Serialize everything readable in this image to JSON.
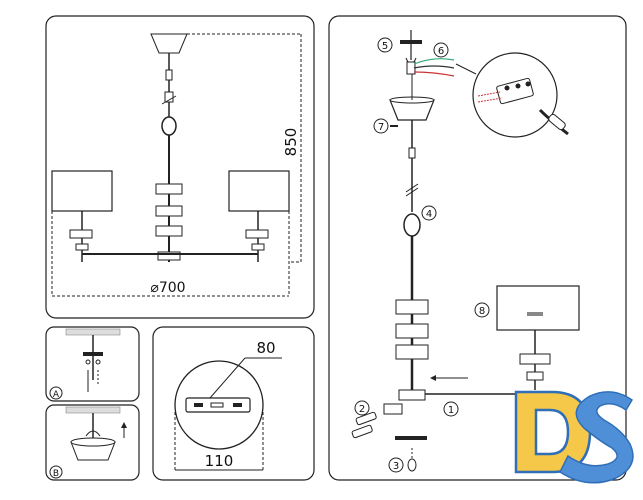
{
  "panels": {
    "main": {
      "height_label": "850",
      "diameter_label": "⌀700"
    },
    "detail_A": {
      "letter": "A"
    },
    "detail_B": {
      "letter": "B"
    },
    "ceiling_plate": {
      "width_label": "80",
      "height_label": "110"
    },
    "assembly": {
      "callouts": [
        "1",
        "2",
        "3",
        "4",
        "5",
        "6",
        "7",
        "8"
      ]
    }
  },
  "logo": {
    "letters": "DS",
    "colors": {
      "d_fill": "#f5c84a",
      "d_stroke": "#2f6fb7",
      "s_fill": "#4f8fd8"
    }
  }
}
